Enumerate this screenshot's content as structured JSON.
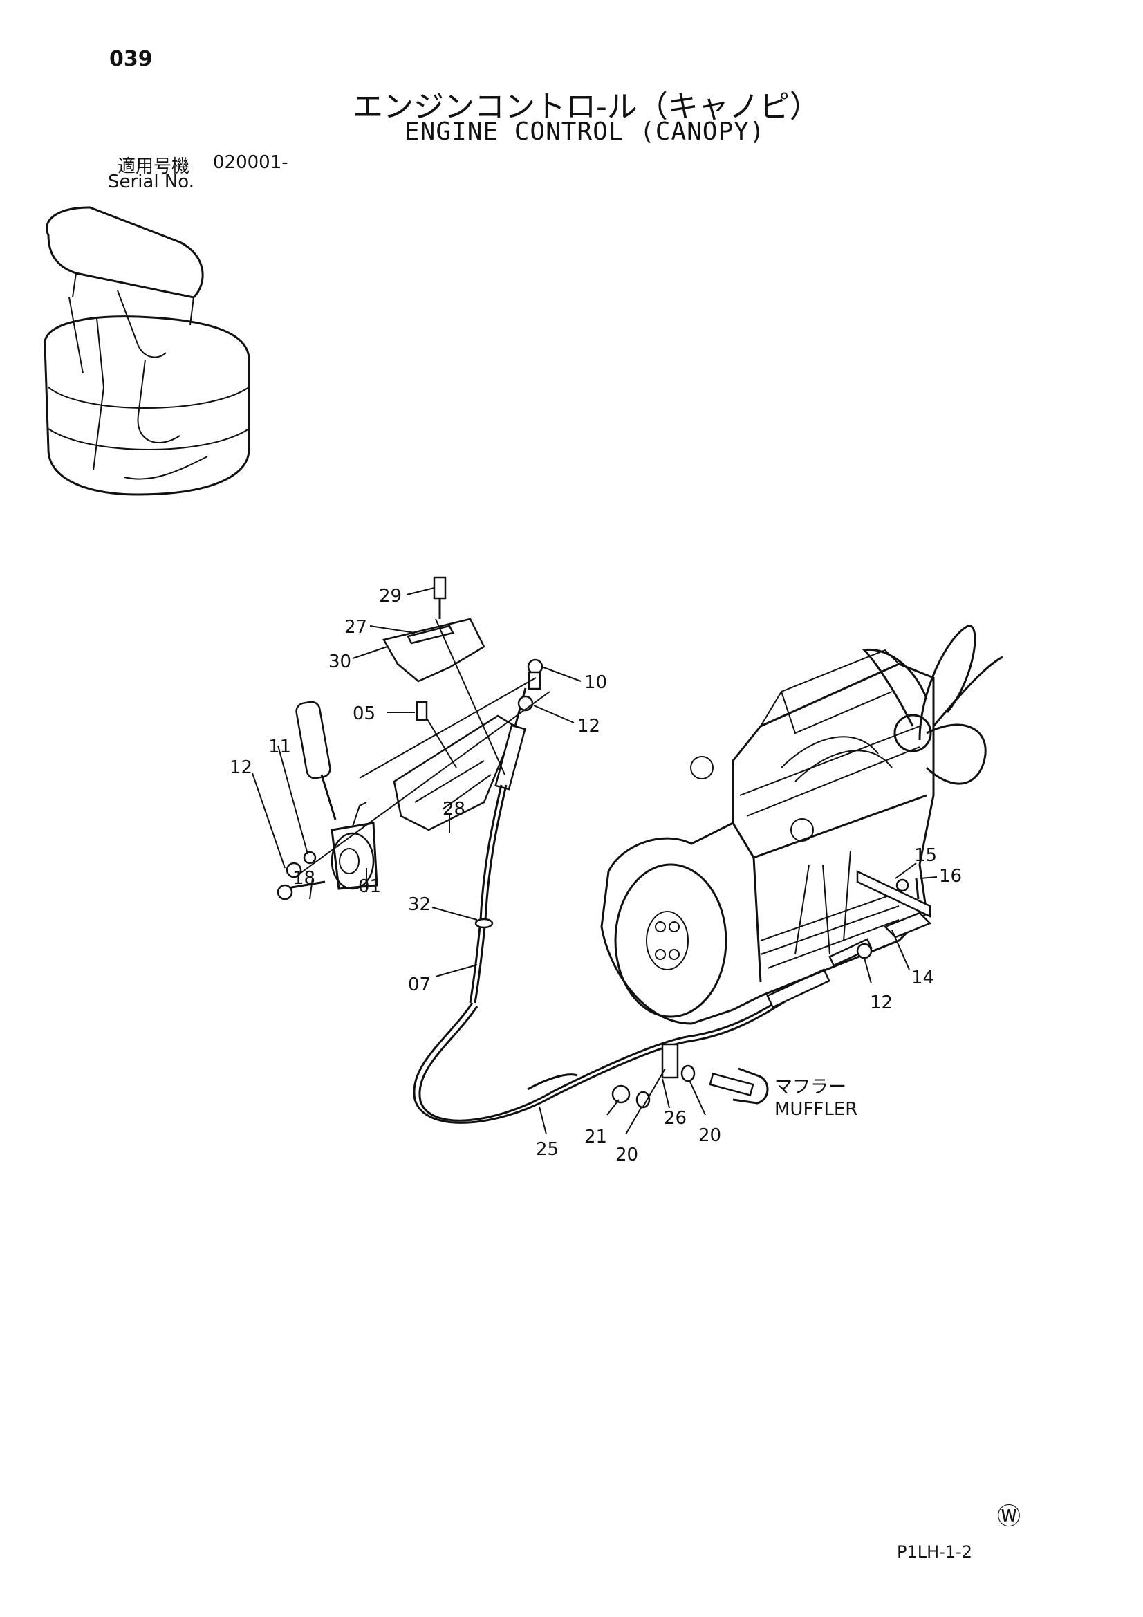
{
  "header": {
    "page_number": "039",
    "title_jp": "エンジンコントロ-ル（キャノピ）",
    "title_en": "ENGINE CONTROL (CANOPY)",
    "serial_label_jp": "適用号機",
    "serial_value": "020001-",
    "serial_label_en": "Serial No."
  },
  "callouts": [
    {
      "id": "c29",
      "label": "29"
    },
    {
      "id": "c27",
      "label": "27"
    },
    {
      "id": "c30",
      "label": "30"
    },
    {
      "id": "c10",
      "label": "10"
    },
    {
      "id": "c05",
      "label": "05"
    },
    {
      "id": "c12a",
      "label": "12"
    },
    {
      "id": "c11",
      "label": "11"
    },
    {
      "id": "c12b",
      "label": "12"
    },
    {
      "id": "c18",
      "label": "18"
    },
    {
      "id": "c01",
      "label": "01"
    },
    {
      "id": "c28",
      "label": "28"
    },
    {
      "id": "c32",
      "label": "32"
    },
    {
      "id": "c07",
      "label": "07"
    },
    {
      "id": "c15",
      "label": "15"
    },
    {
      "id": "c16",
      "label": "16"
    },
    {
      "id": "c14",
      "label": "14"
    },
    {
      "id": "c12c",
      "label": "12"
    },
    {
      "id": "c21",
      "label": "21"
    },
    {
      "id": "c20a",
      "label": "20"
    },
    {
      "id": "c26",
      "label": "26"
    },
    {
      "id": "c20b",
      "label": "20"
    },
    {
      "id": "c25",
      "label": "25"
    }
  ],
  "muffler": {
    "label_jp": "マフラー",
    "label_en": "MUFFLER"
  },
  "footer": {
    "mark": "Ⓦ",
    "code": "P1LH-1-2"
  }
}
